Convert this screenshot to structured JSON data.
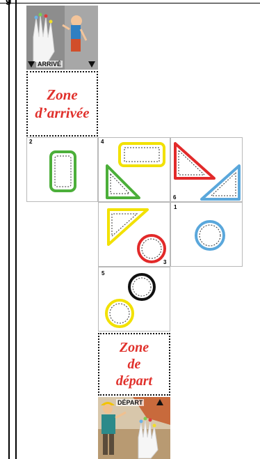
{
  "top_fragment": "g",
  "arrival_label": "ARRIVÉ",
  "arrival_zone": [
    "Zone",
    "d’arrivée"
  ],
  "departure_zone": [
    "Zone",
    "de",
    "départ"
  ],
  "departure_label": "DÉPART",
  "cells": [
    {
      "id": "c2",
      "number": "2",
      "shapes": [
        "green rounded rectangle"
      ]
    },
    {
      "id": "c4",
      "number": "4",
      "shapes": [
        "yellow rounded rectangle",
        "green triangle"
      ]
    },
    {
      "id": "c6",
      "number": "6",
      "shapes": [
        "red triangle",
        "blue triangle"
      ]
    },
    {
      "id": "c3",
      "number": "3",
      "shapes": [
        "yellow triangle",
        "red circle"
      ]
    },
    {
      "id": "c1",
      "number": "1",
      "shapes": [
        "blue circle"
      ]
    },
    {
      "id": "c5",
      "number": "5",
      "shapes": [
        "black circle",
        "yellow circle"
      ]
    }
  ],
  "colors": {
    "zone_text": "#e0302b",
    "green": "#4caf3a",
    "yellow": "#f2e100",
    "red": "#e22a2a",
    "blue": "#5aa7db",
    "black": "#111111"
  }
}
